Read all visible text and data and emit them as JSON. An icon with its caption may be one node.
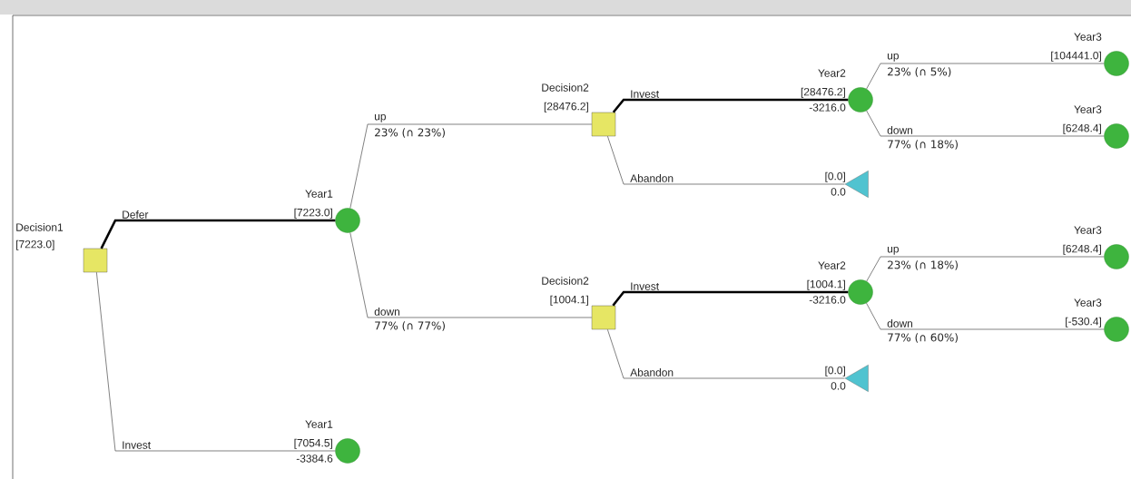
{
  "diagram": {
    "nodes": [
      {
        "text": [
          "Decision1",
          "[7223.0]"
        ]
      },
      {
        "text": [
          "Year1",
          "[7223.0]"
        ]
      },
      {
        "text": [
          "Year1",
          "[7054.5]"
        ],
        "beside": [
          "-3384.6"
        ]
      },
      {
        "text": [
          "Decision2",
          "[28476.2]"
        ]
      },
      {
        "text": [
          "Decision2",
          "[1004.1]"
        ]
      },
      {
        "text": [
          "Year2",
          "[28476.2]"
        ],
        "beside": [
          "-3216.0"
        ]
      },
      {
        "text": [
          "[0.0]"
        ],
        "beside": [
          "0.0"
        ]
      },
      {
        "text": [
          "Year2",
          "[1004.1]"
        ],
        "beside": [
          "-3216.0"
        ]
      },
      {
        "text": [
          "[0.0]"
        ],
        "beside": [
          "0.0"
        ]
      },
      {
        "text": [
          "Year3",
          "[104441.0]"
        ]
      },
      {
        "text": [
          "Year3",
          "[6248.4]"
        ]
      },
      {
        "text": [
          "Year3",
          "[6248.4]"
        ]
      },
      {
        "text": [
          "Year3",
          "[-530.4]"
        ]
      }
    ],
    "edges": [
      {
        "from": 0,
        "to": 1,
        "arrow": "none",
        "label": "Defer",
        "style": "thick"
      },
      {
        "from": 0,
        "to": 2,
        "arrow": "none",
        "label": "Invest"
      },
      {
        "from": 1,
        "to": 3,
        "arrow": "none",
        "label": "up"
      },
      {
        "from": 1,
        "to": 4,
        "arrow": "none",
        "label": "down"
      },
      {
        "from": 3,
        "to": 5,
        "arrow": "none",
        "label": "Invest",
        "style": "thick"
      },
      {
        "from": 3,
        "to": 6,
        "arrow": "none",
        "label": "Abandon"
      },
      {
        "from": 4,
        "to": 7,
        "arrow": "none",
        "label": "Invest",
        "style": "thick"
      },
      {
        "from": 4,
        "to": 8,
        "arrow": "none",
        "label": "Abandon"
      },
      {
        "from": 5,
        "to": 9,
        "arrow": "none",
        "label": "up"
      },
      {
        "from": 5,
        "to": 10,
        "arrow": "none",
        "label": "down"
      },
      {
        "from": 7,
        "to": 11,
        "arrow": "none",
        "label": "up"
      },
      {
        "from": 7,
        "to": 12,
        "arrow": "none",
        "label": "down"
      }
    ],
    "labels": [
      "23% (∩ 23%)",
      "77% (∩ 77%)",
      "23% (∩ 5%)",
      "77% (∩ 18%)",
      "23% (∩ 18%)",
      "77% (∩ 60%)"
    ]
  }
}
